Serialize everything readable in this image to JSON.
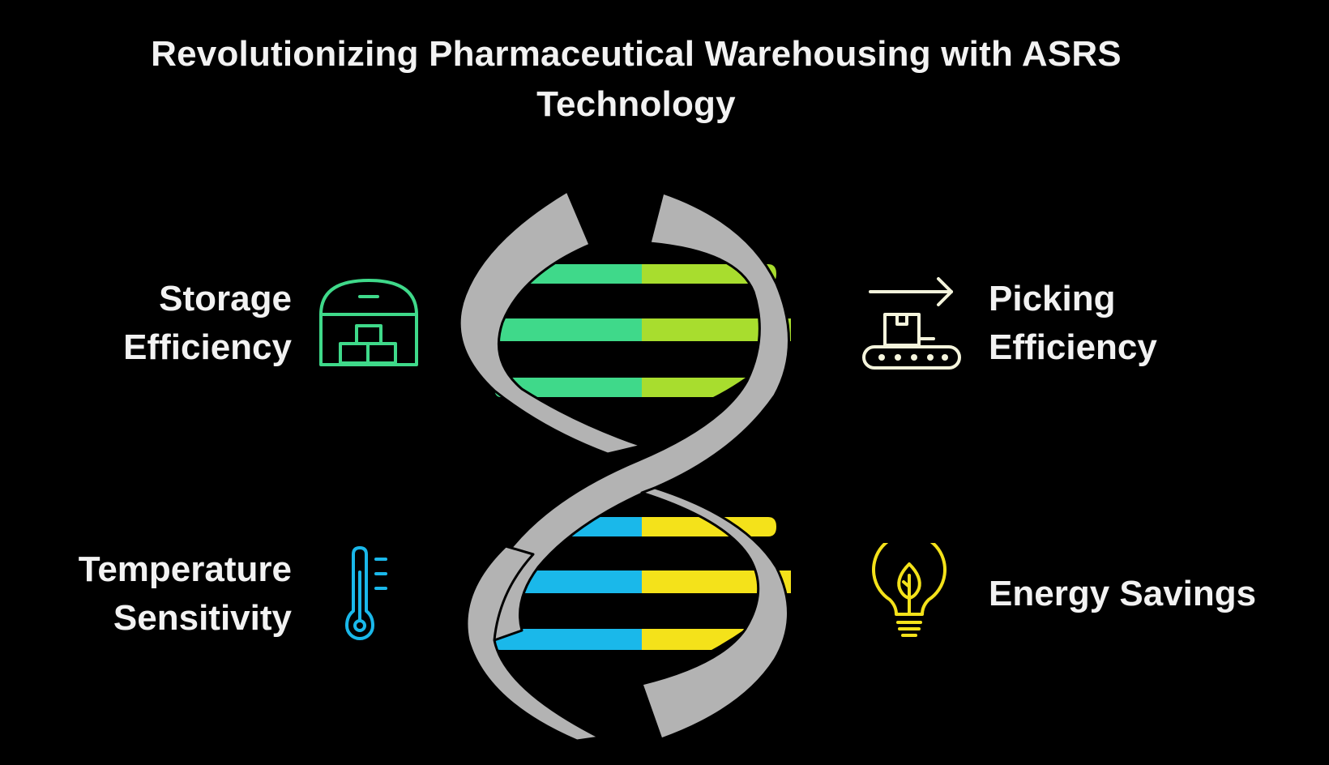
{
  "title": {
    "line1": "Revolutionizing Pharmaceutical Warehousing with ASRS",
    "line2": "Technology"
  },
  "items": [
    {
      "id": "storage",
      "line1": "Storage",
      "line2": "Efficiency",
      "icon": "warehouse-icon",
      "color": "#3fd98a"
    },
    {
      "id": "picking",
      "line1": "Picking",
      "line2": "Efficiency",
      "icon": "conveyor-box-icon",
      "color": "#f4f4dc"
    },
    {
      "id": "temperature",
      "line1": "Temperature",
      "line2": "Sensitivity",
      "icon": "thermometer-icon",
      "color": "#1ab8ea"
    },
    {
      "id": "energy",
      "line1": "Energy Savings",
      "icon": "lightbulb-leaf-icon",
      "color": "#f4e21a"
    }
  ],
  "colors": {
    "background": "#000000",
    "helix_strand": "#b3b3b3",
    "rung_top_left": "#3fd98a",
    "rung_top_right": "#a8dd2e",
    "rung_bottom_left": "#1ab8ea",
    "rung_bottom_right": "#f4e21a"
  }
}
